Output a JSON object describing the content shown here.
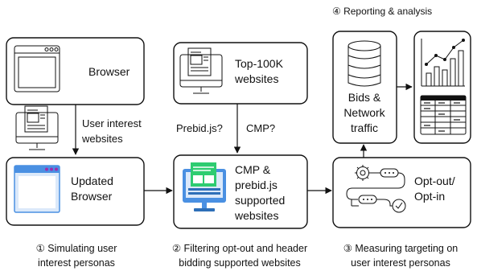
{
  "reporting_title": "④ Reporting & analysis",
  "browser_label": "Browser",
  "user_interest_label": [
    "User interest",
    "websites"
  ],
  "updated_browser_label": [
    "Updated",
    "Browser"
  ],
  "top_websites_label": [
    "Top-100K",
    "websites"
  ],
  "prebid_label": "Prebid.js?",
  "cmp_question_label": "CMP?",
  "cmp_supported_label": [
    "CMP &",
    "prebid.js",
    "supported",
    "websites"
  ],
  "bids_label": [
    "Bids &",
    "Network",
    "traffic"
  ],
  "optout_label": [
    "Opt-out/",
    "Opt-in"
  ],
  "caption_1": [
    "① Simulating user",
    "interest personas"
  ],
  "caption_2": [
    "② Filtering opt-out and header",
    "bidding supported websites"
  ],
  "caption_3": [
    "③ Measuring targeting on",
    "user interest personas"
  ],
  "colors": {
    "stroke": "#111111",
    "browser_blue": "#4a90e2",
    "window_dots": "#9b2fae",
    "monitor_green": "#2ecc71",
    "monitor_blue": "#4a90e2"
  }
}
